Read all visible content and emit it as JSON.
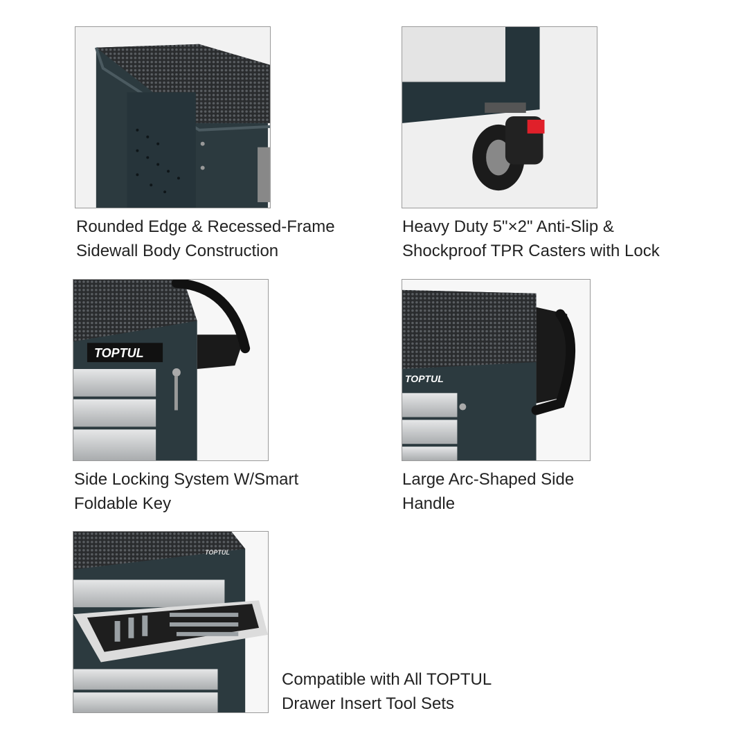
{
  "features": [
    {
      "lines": [
        "Rounded Edge & Recessed-Frame",
        "Sidewall Body Construction"
      ],
      "image": "rounded-edge-frame-photo"
    },
    {
      "lines": [
        "Heavy Duty 5\"×2\" Anti-Slip &",
        "Shockproof TPR Casters with Lock"
      ],
      "image": "caster-wheel-photo"
    },
    {
      "lines": [
        "Side Locking System W/Smart",
        "Foldable Key"
      ],
      "image": "side-lock-photo",
      "logo": "TOPTUL"
    },
    {
      "lines": [
        "Large Arc-Shaped Side",
        "Handle"
      ],
      "image": "side-handle-photo",
      "logo": "TOPTUL"
    },
    {
      "lines": [
        "Compatible with All TOPTUL",
        "Drawer Insert Tool Sets"
      ],
      "image": "drawer-insert-photo",
      "logo": "TOPTUL"
    }
  ],
  "colors": {
    "body": "#2c3a3f",
    "mesh": "#3a3d40",
    "drawer": "#c8cacc",
    "lock_red": "#e0202a"
  }
}
